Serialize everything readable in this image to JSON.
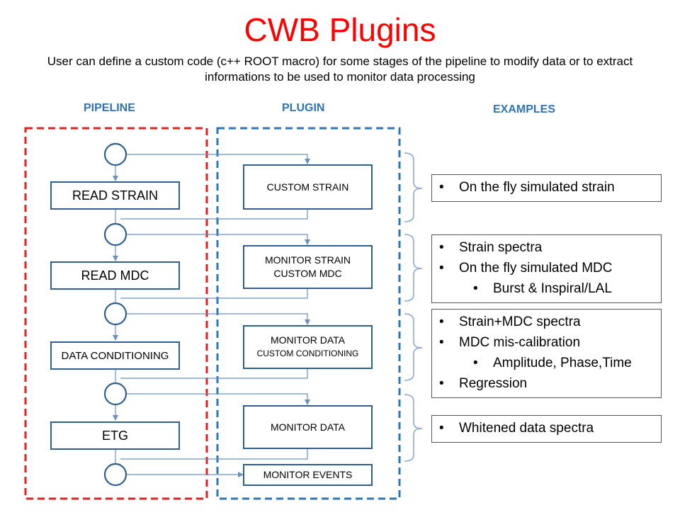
{
  "title": "CWB Plugins",
  "subtitle": "User can define a custom code (c++ ROOT macro) for some stages of the pipeline to modify data or to extract informations to be used to monitor data processing",
  "columns": {
    "pipeline": "PIPELINE",
    "plugin": "PLUGIN",
    "examples": "EXAMPLES"
  },
  "colors": {
    "title": "#ff0000",
    "column_header": "#2e74b5",
    "pipeline_frame": "#e02020",
    "plugin_frame": "#2e75b6",
    "box_border": "#2e5f8e",
    "connector": "#6a8fc0",
    "brace": "#8fa8cc"
  },
  "pipeline_steps": [
    "READ STRAIN",
    "READ MDC",
    "DATA CONDITIONING",
    "ETG"
  ],
  "plugins": [
    {
      "line1": "CUSTOM STRAIN",
      "line2": ""
    },
    {
      "line1": "MONITOR STRAIN",
      "line2": "CUSTOM MDC"
    },
    {
      "line1": "MONITOR DATA",
      "line2": "CUSTOM CONDITIONING"
    },
    {
      "line1": "MONITOR DATA",
      "line2": ""
    },
    {
      "line1": "MONITOR EVENTS",
      "line2": ""
    }
  ],
  "examples": [
    [
      {
        "text": "On the fly simulated strain",
        "level": 1
      }
    ],
    [
      {
        "text": "Strain spectra",
        "level": 1
      },
      {
        "text": "On the fly simulated MDC",
        "level": 1
      },
      {
        "text": "Burst & Inspiral/LAL",
        "level": 2
      }
    ],
    [
      {
        "text": "Strain+MDC spectra",
        "level": 1
      },
      {
        "text": "MDC mis-calibration",
        "level": 1
      },
      {
        "text": "Amplitude, Phase,Time",
        "level": 2
      },
      {
        "text": "Regression",
        "level": 1
      }
    ],
    [
      {
        "text": "Whitened data spectra",
        "level": 1
      }
    ]
  ]
}
